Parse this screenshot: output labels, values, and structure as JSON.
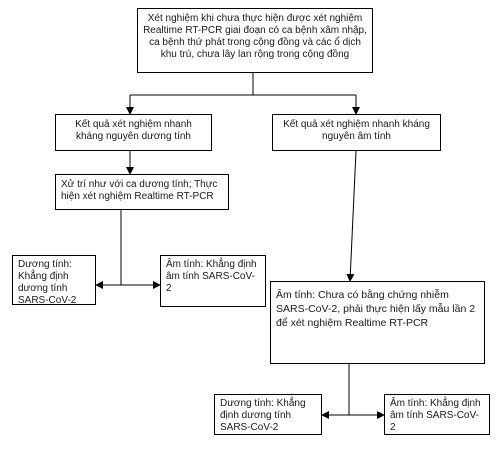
{
  "nodes": {
    "root": "Xét nghiệm khi chưa thực hiện được xét nghiệm Realtime RT-PCR giai đoạn có ca bệnh xâm nhập, ca bệnh thứ phát trong cộng đồng và các ổ dịch khu trú, chưa lây lan rộng trong cộng đồng",
    "rapid_positive": "Kết quả xét nghiệm nhanh kháng nguyên dương tính",
    "rapid_negative": "Kết quả xét nghiệm nhanh kháng nguyên âm tính",
    "treat_positive": "Xử trí như với ca dương tính; Thực hiện xét nghiệm Realtime RT-PCR",
    "pcr1_positive": "Dương tính: Khẳng định dương tính SARS-CoV-2",
    "pcr1_negative": "Âm tính: Khẳng định âm tính SARS-CoV-2",
    "negative_followup": "Âm tính: Chưa có bằng chứng nhiễm SARS-CoV-2, phải thực hiện lấy mẫu lần 2 để xét nghiệm Realtime RT-PCR",
    "pcr2_positive": "Dương tính: Khẳng định dương tính SARS-CoV-2",
    "pcr2_negative": "Âm tính: Khẳng định âm tính SARS-CoV-2"
  },
  "colors": {
    "stroke": "#000000",
    "text": "#1a1a1a"
  }
}
